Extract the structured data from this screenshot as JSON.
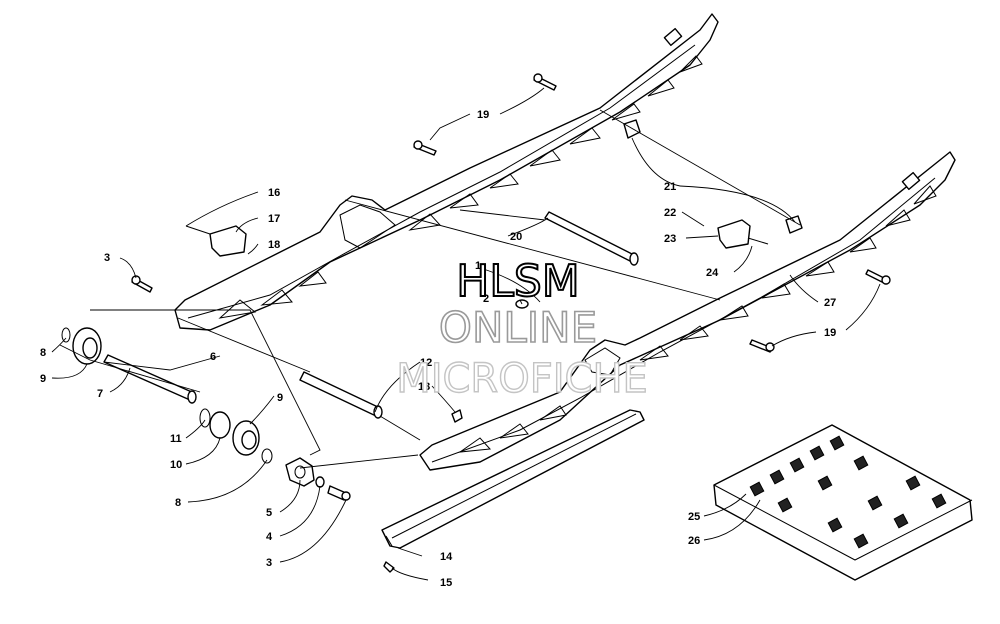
{
  "diagram": {
    "watermark": {
      "line1": "HLSM",
      "line2": "ONLINE",
      "line3": "MICROFICHE"
    },
    "callouts": [
      {
        "id": "c1",
        "label": "1"
      },
      {
        "id": "c2",
        "label": "2"
      },
      {
        "id": "c3a",
        "label": "3"
      },
      {
        "id": "c3b",
        "label": "3"
      },
      {
        "id": "c4",
        "label": "4"
      },
      {
        "id": "c5",
        "label": "5"
      },
      {
        "id": "c6",
        "label": "6"
      },
      {
        "id": "c7",
        "label": "7"
      },
      {
        "id": "c8a",
        "label": "8"
      },
      {
        "id": "c8b",
        "label": "8"
      },
      {
        "id": "c9a",
        "label": "9"
      },
      {
        "id": "c9b",
        "label": "9"
      },
      {
        "id": "c10",
        "label": "10"
      },
      {
        "id": "c11",
        "label": "11"
      },
      {
        "id": "c12",
        "label": "12"
      },
      {
        "id": "c13",
        "label": "13"
      },
      {
        "id": "c14",
        "label": "14"
      },
      {
        "id": "c15",
        "label": "15"
      },
      {
        "id": "c16",
        "label": "16"
      },
      {
        "id": "c17",
        "label": "17"
      },
      {
        "id": "c18",
        "label": "18"
      },
      {
        "id": "c19a",
        "label": "19"
      },
      {
        "id": "c19b",
        "label": "19"
      },
      {
        "id": "c20",
        "label": "20"
      },
      {
        "id": "c21",
        "label": "21"
      },
      {
        "id": "c22",
        "label": "22"
      },
      {
        "id": "c23",
        "label": "23"
      },
      {
        "id": "c24",
        "label": "24"
      },
      {
        "id": "c25",
        "label": "25"
      },
      {
        "id": "c26",
        "label": "26"
      },
      {
        "id": "c27",
        "label": "27"
      }
    ]
  }
}
